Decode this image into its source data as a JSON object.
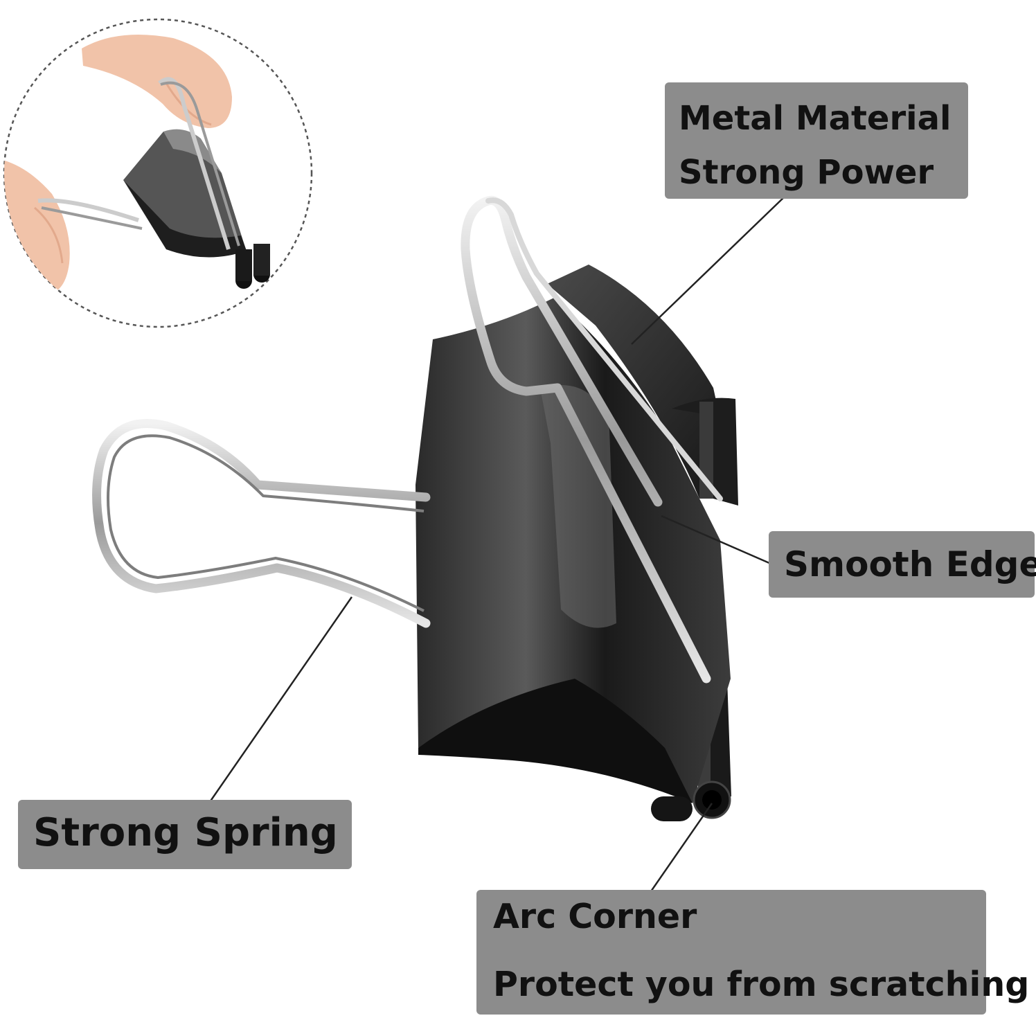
{
  "labels": {
    "metal_material": "Metal Material",
    "strong_power": "Strong Power",
    "smooth_edge": "Smooth Edge",
    "strong_spring": "Strong Spring",
    "arc_corner": "Arc Corner",
    "protect_scratching": "Protect you from scratching"
  },
  "colors": {
    "label_background": "#8c8c8c",
    "label_text": "#111111",
    "clip_body": "#1b1b1b",
    "wire": "#c9c9c9",
    "background": "#ffffff"
  }
}
